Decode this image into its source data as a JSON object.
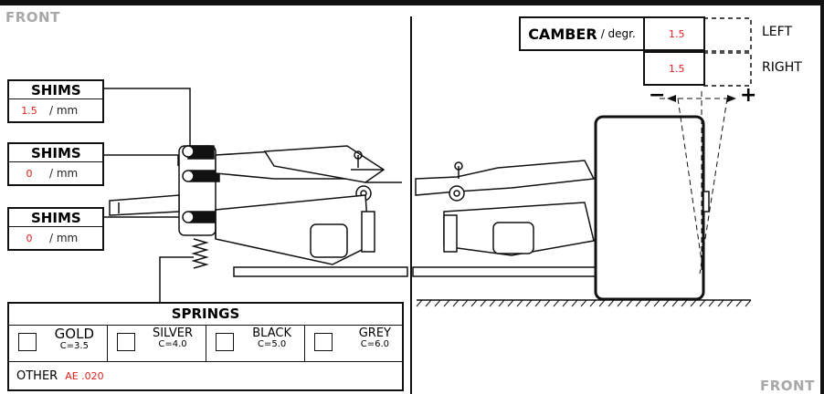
{
  "header": {
    "front_left": "FRONT",
    "front_right": "FRONT"
  },
  "shims": [
    {
      "title": "SHIMS",
      "value": "1.5",
      "unit": "/ mm"
    },
    {
      "title": "SHIMS",
      "value": "0",
      "unit": "/ mm"
    },
    {
      "title": "SHIMS",
      "value": "0",
      "unit": "/ mm"
    }
  ],
  "springs": {
    "title": "SPRINGS",
    "options": [
      {
        "name": "GOLD",
        "rate": "C=3.5"
      },
      {
        "name": "SILVER",
        "rate": "C=4.0"
      },
      {
        "name": "BLACK",
        "rate": "C=5.0"
      },
      {
        "name": "GREY",
        "rate": "C=6.0"
      }
    ],
    "other_label": "OTHER",
    "other_value": "AE .020"
  },
  "camber": {
    "title": "CAMBER",
    "unit": "/ degr.",
    "left_value": "1.5",
    "left_label": "LEFT",
    "right_value": "1.5",
    "right_label": "RIGHT",
    "minus": "−",
    "plus": "+"
  },
  "colors": {
    "value_red": "#e0201b",
    "line": "#111111",
    "front_grey": "#a8a8a8"
  }
}
